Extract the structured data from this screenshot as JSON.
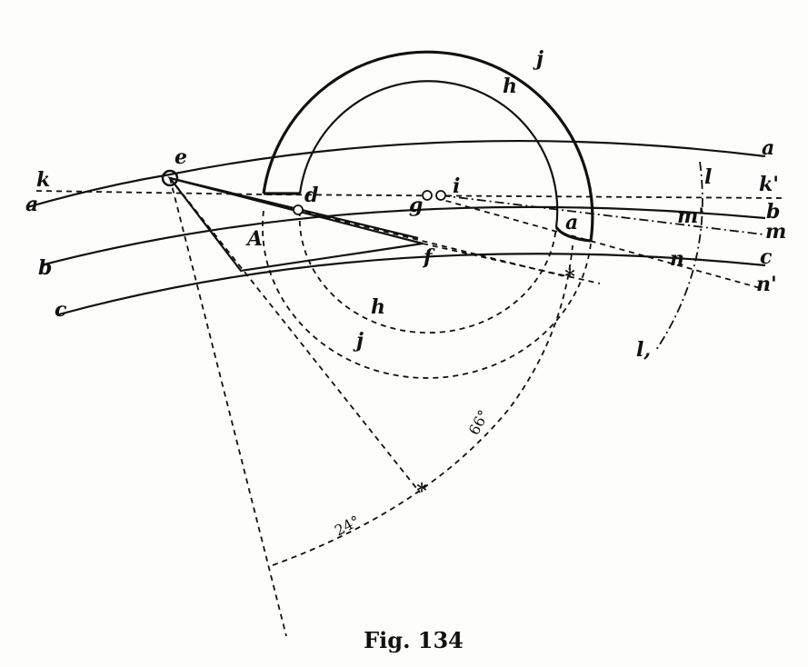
{
  "figure": {
    "caption": "Fig. 134",
    "labels": {
      "a_left": "a",
      "k_left": "k",
      "b_left": "b",
      "c_left": "c",
      "e": "e",
      "d": "d",
      "A": "A",
      "f": "f",
      "g": "g",
      "i": "i",
      "h_top": "h",
      "j_top": "j",
      "h_bottom": "h",
      "j_bottom": "j",
      "a_mid": "a",
      "l_top": "l",
      "l_bottom": "l,",
      "a_right": "a",
      "k_right": "k'",
      "b_right": "b",
      "m_prime": "m'",
      "m_right": "m",
      "c_right": "c",
      "n_mid": "n",
      "n_right": "n'"
    },
    "angles": {
      "upper": "66°",
      "lower": "24°"
    }
  }
}
